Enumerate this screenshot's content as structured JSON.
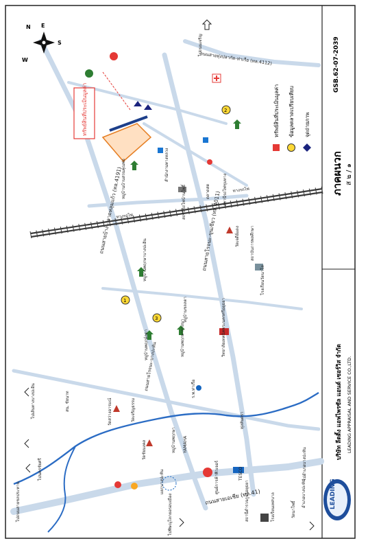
{
  "doc": {
    "code": "GSB.62-07-2039",
    "region_title": "ภาคผนวก",
    "region_sub": "ส ๒ / ๑",
    "company": "บริษัท ลีดดิ้ง แอฟไพรซัล แอนด์ เซอร์วิส จำกัด",
    "company_extra": "LEADING APPRAISAL AND SERVICE CO.,LTD."
  },
  "compass": {
    "n": "N",
    "e": "E",
    "s": "S",
    "w": "W"
  },
  "legend": [
    {
      "label": "ทรัพย์สินที่ประเมินมูลค่า",
      "color": "#e53935",
      "shape": "square-icon"
    },
    {
      "label": "ข้อมูลตลาดเปรียบเทียบ",
      "color": "#fdd835",
      "shape": "circle-icon"
    },
    {
      "label": "จุดถ่ายภาพ",
      "color": "#1a237e",
      "shape": "eye-icon"
    }
  ],
  "subject": {
    "label": "ทรัพย์สินที่ประเมินมูลค่า"
  },
  "roads": {
    "hwy41": "ถนนสายเอเชีย (ทล.41)",
    "route4191": "ถนนสายบ้าง - ลาดหลุมแก้ว (ทล.4191)",
    "route4011": "ถนนสายโรจนะ-ขุนเขียว (ทล.4011)",
    "route4112": "ถนนสายทุ่งปลากัด-ท่าเรือ (ทล.4112)",
    "local1": "ถนนสายโรจนะ-บางปะหัน",
    "railway1": "ทางรถไฟ",
    "railway2": "ทางรถไฟ"
  },
  "directions": {
    "top_right": "ไปถนนเจริญ",
    "left_top": "ไปเส้นทางบางปะอิน",
    "left_mid": "ไปถนนสายชลประทาน",
    "left_bottom": "ไปนครชัยศรี",
    "bottom_mid": "ไปพิษณุโลกยอรอบเมือง",
    "bottom_right": "ไปอำเภอบางปะหัน"
  },
  "places": [
    "หมู่บ้านบ้านสวนคุณพ่อ",
    "สถานีรถไฟบ้านโพธิ์",
    "หมู่บ้านพฤกษาบางปะอิน",
    "ร.พ.ท่าเรือ",
    "วัดสว่างอารมณ์",
    "วัดชัยมงคล",
    "วัดเจริญธรรม",
    "หมู่บ้านพฤกษ์ลดา",
    "หมู่บ้านพฤกษาบางนา",
    "วัดเจดีย์แดง",
    "วิทยาลัยเทคนิคพระนครศรีอยุธยา",
    "สถานีรถไฟชุมทาง",
    "สถาบันการพลศึกษา",
    "โรงเรียนวัดนาโล",
    "สน. ชัยนาท",
    "หมู่บ้านพฤกษา",
    "สำนักงานทางหลวง",
    "YAMAHA",
    "TESCO",
    "ศูนย์การค้าฟิวเจอร์",
    "สถานีตำรวจภูธรอยุธยา",
    "วัดนาโพธิ์",
    "โรงเรียนเทศบาล",
    "อำเภอบางปะหัน",
    "ทุ่งหันตรา",
    "แยกบางปะหัน",
    "ตลาดสด",
    "หมู่บ้านชลลดา"
  ],
  "colors": {
    "road": "#c9d9ea",
    "river": "#2b6cc4",
    "rail": "#3a3a3a",
    "accent": "#e53935"
  }
}
